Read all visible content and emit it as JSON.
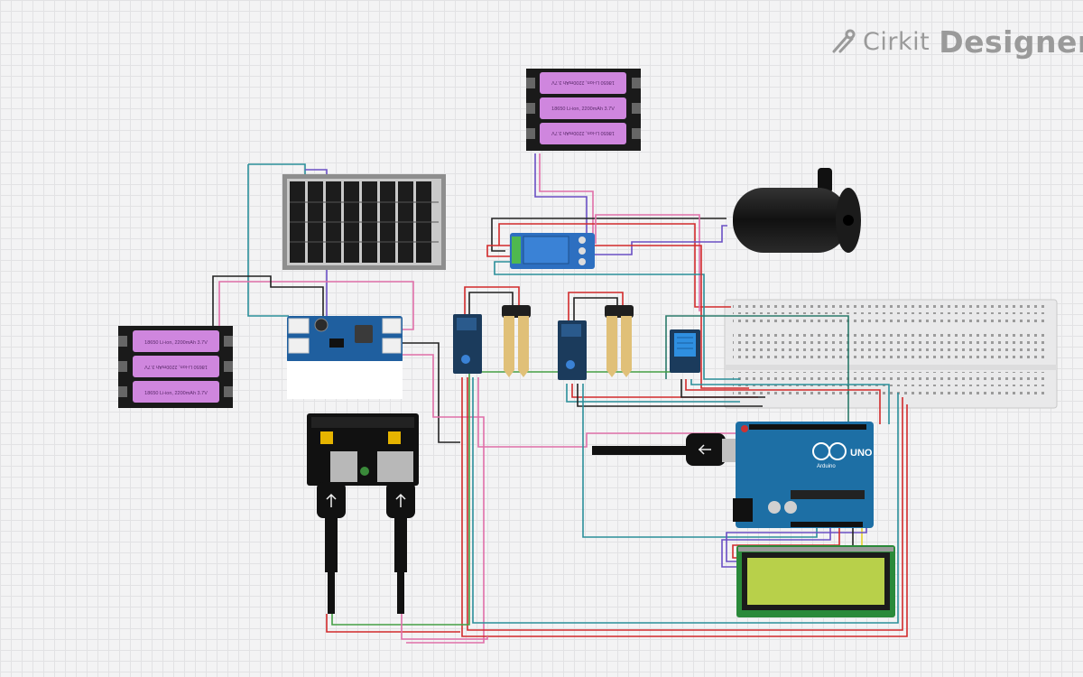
{
  "brand": {
    "name_part1": "Cirkit",
    "name_part2": "Designer",
    "icon": "circuit-pliers-icon"
  },
  "battery_labels": {
    "left_pack": [
      "18650 Li-ion, 2200mAh 3.7V",
      "18650 Li-ion, 2200mAh 3.7V",
      "18650 Li-ion, 2200mAh 3.7V"
    ],
    "top_pack": [
      "18650 Li-ion, 2200mAh 3.7V",
      "18650 Li-ion, 2200mAh 3.7V",
      "18650 Li-ion, 2200mAh 3.7V"
    ]
  },
  "arduino": {
    "model_label": "UNO",
    "brand_label": "Arduino"
  },
  "colors": {
    "battery": "#cf86de",
    "board_blue": "#1d6fa5",
    "relay_blue": "#2d6fc0",
    "sensor_board": "#1b3b5c",
    "probe_gold": "#e0c078",
    "lcd_screen": "#b8d04a",
    "lcd_board": "#2a8a3a",
    "breadboard": "#e9e9ea",
    "wire_red": "#d22b2b",
    "wire_teal": "#2a8f9a",
    "wire_pink": "#e06fa8",
    "wire_purple": "#6a4fc4",
    "wire_black": "#222222",
    "wire_green": "#44a044",
    "wire_yellow": "#e6d22a"
  }
}
